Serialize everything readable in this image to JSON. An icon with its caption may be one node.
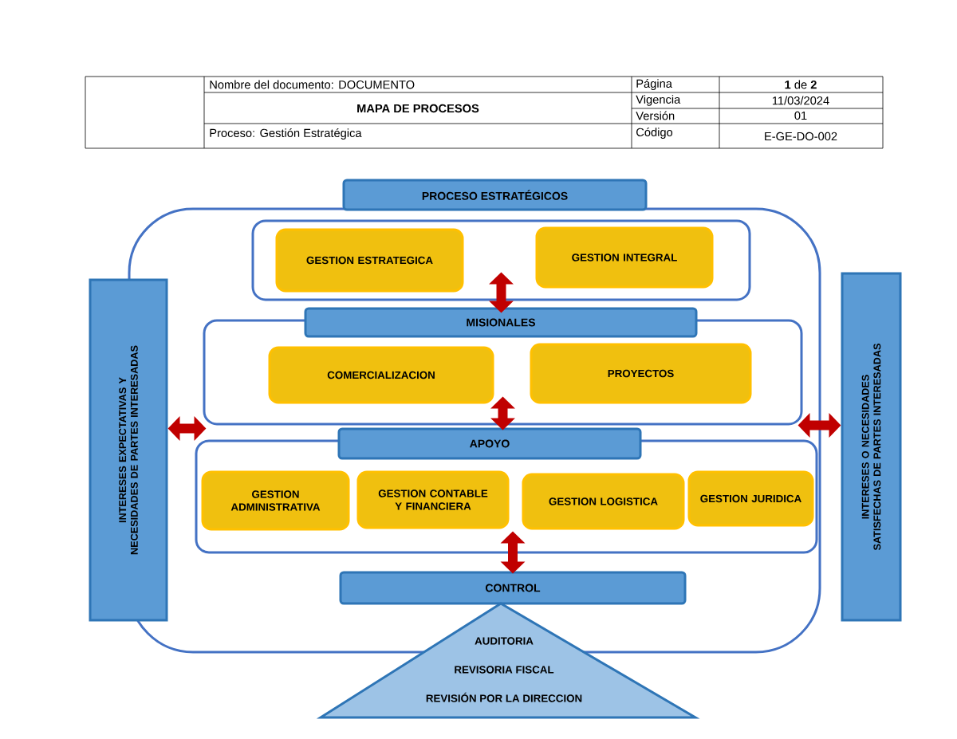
{
  "diagram": {
    "nodes": [
      {
        "text": [
          "PROCESO ESTRATÉGICOS"
        ]
      },
      {
        "text": [],
        "shape": "box"
      },
      {
        "text": [
          "GESTION ESTRATEGICA"
        ],
        "in": 1
      },
      {
        "text": [
          "GESTION INTEGRAL"
        ],
        "in": 1
      },
      {
        "text": [
          "MISIONALES"
        ]
      },
      {
        "text": [],
        "shape": "box"
      },
      {
        "text": [
          "COMERCIALIZACION"
        ],
        "in": 5
      },
      {
        "text": [
          "PROYECTOS"
        ],
        "in": 5
      },
      {
        "text": [
          "APOYO"
        ]
      },
      {
        "text": [],
        "shape": "box"
      },
      {
        "text": [
          "GESTION ADMINISTRATIVA"
        ],
        "in": 9
      },
      {
        "text": [
          "GESTION CONTABLE Y FINANCIERA"
        ],
        "in": 9
      },
      {
        "text": [
          "GESTION LOGISTICA"
        ],
        "in": 9
      },
      {
        "text": [
          "GESTION JURIDICA"
        ],
        "in": 9
      },
      {
        "text": [
          "CONTROL"
        ]
      },
      {
        "text": [
          "AUDITORIA",
          "REVISORIA FISCAL",
          "REVISIÓN POR LA DIRECCION"
        ]
      },
      {
        "text": [
          "INTERESES EXPECTATIVAS Y NECESIDADES DE PARTES INTERESADAS"
        ]
      },
      {
        "text": [
          "INTERESES O NECESIDADES SATISFECHAS DE PARTES INTERESADAS"
        ]
      }
    ],
    "edges": [
      {
        "from": 1,
        "to": 4,
        "arrow": "both"
      },
      {
        "from": 5,
        "to": 8,
        "arrow": "both"
      },
      {
        "from": 9,
        "to": 14,
        "arrow": "both"
      },
      {
        "from": 16,
        "to": 5,
        "arrow": "both"
      },
      {
        "from": 5,
        "to": 17,
        "arrow": "both"
      }
    ],
    "labels": [
      "Nombre del documento: DOCUMENTO",
      "Página",
      "**1** de **2**",
      "MAPA DE PROCESOS",
      "Vigencia",
      "11/03/2024",
      "Versión",
      "01",
      "Proceso: Gestión Estratégica",
      "Código",
      "E-GE-DO-002"
    ]
  }
}
